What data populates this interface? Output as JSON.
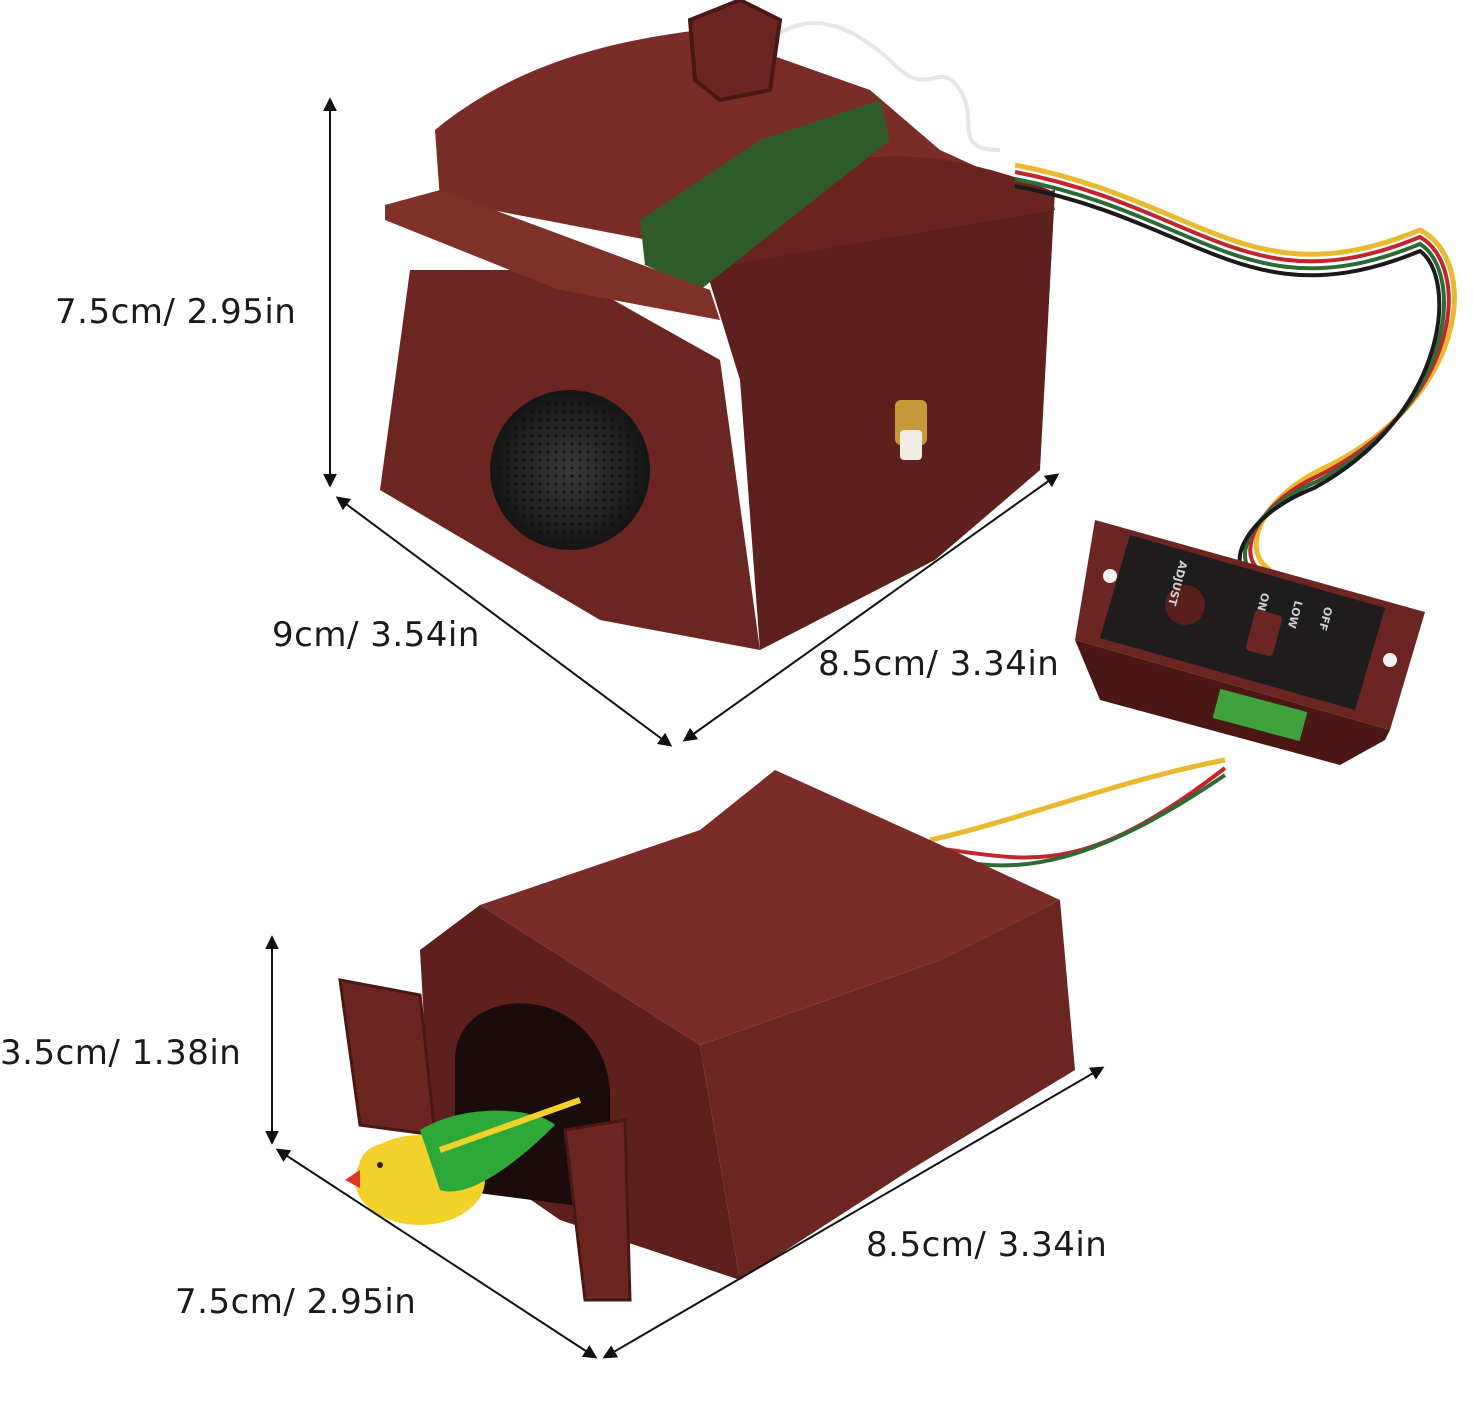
{
  "image": {
    "subject": "cuckoo-clock-mechanism-with-switch-panel",
    "colors": {
      "housing": "#6b2622",
      "housing_dark": "#4a1714",
      "housing_light": "#8a3a33",
      "panel_face": "#1e1c1c",
      "pcb": "#2f5a2a",
      "speaker_grille": "#2a2a2a",
      "bird_body": "#f2d22a",
      "bird_wing": "#2fa83a",
      "wire_yellow": "#e8b931",
      "wire_red": "#c0272d",
      "wire_green": "#2e6b34",
      "wire_black": "#1a1a1a",
      "wire_white": "#e6e6e6"
    }
  },
  "dimensions": {
    "top_unit": {
      "height": "7.5cm/ 2.95in",
      "depth": "9cm/ 3.54in",
      "width": "8.5cm/ 3.34in"
    },
    "bottom_unit": {
      "height": "3.5cm/ 1.38in",
      "width": "8.5cm/ 3.34in",
      "depth": "7.5cm/ 2.95in"
    }
  },
  "switch_panel": {
    "labels": [
      "ADJUST",
      "ON",
      "LOW",
      "OFF"
    ]
  }
}
